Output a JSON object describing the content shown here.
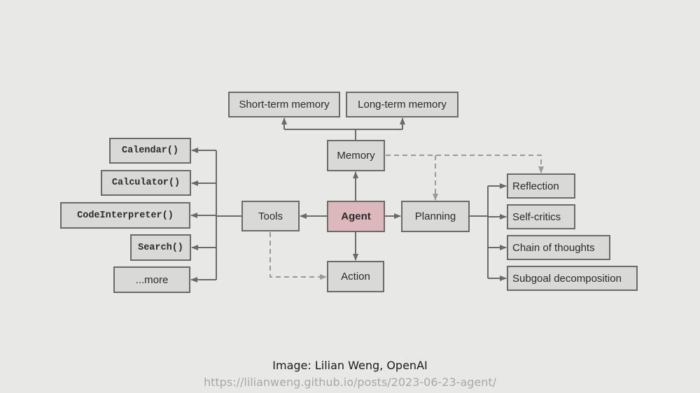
{
  "diagram": {
    "nodes": {
      "short_term_memory": "Short-term memory",
      "long_term_memory": "Long-term memory",
      "memory": "Memory",
      "agent": "Agent",
      "tools": "Tools",
      "planning": "Planning",
      "action": "Action",
      "calendar": "Calendar()",
      "calculator": "Calculator()",
      "code_interpreter": "CodeInterpreter()",
      "search": "Search()",
      "more": "...more",
      "reflection": "Reflection",
      "self_critics": "Self-critics",
      "chain_of_thoughts": "Chain of thoughts",
      "subgoal_decomposition": "Subgoal decomposition"
    },
    "edges": [
      {
        "from": "agent",
        "to": "memory",
        "style": "solid"
      },
      {
        "from": "memory",
        "to": "short_term_memory",
        "style": "solid"
      },
      {
        "from": "memory",
        "to": "long_term_memory",
        "style": "solid"
      },
      {
        "from": "agent",
        "to": "tools",
        "style": "solid"
      },
      {
        "from": "agent",
        "to": "planning",
        "style": "solid"
      },
      {
        "from": "agent",
        "to": "action",
        "style": "solid"
      },
      {
        "from": "tools",
        "to": "calendar",
        "style": "solid"
      },
      {
        "from": "tools",
        "to": "calculator",
        "style": "solid"
      },
      {
        "from": "tools",
        "to": "code_interpreter",
        "style": "solid"
      },
      {
        "from": "tools",
        "to": "search",
        "style": "solid"
      },
      {
        "from": "tools",
        "to": "more",
        "style": "solid"
      },
      {
        "from": "planning",
        "to": "reflection",
        "style": "solid"
      },
      {
        "from": "planning",
        "to": "self_critics",
        "style": "solid"
      },
      {
        "from": "planning",
        "to": "chain_of_thoughts",
        "style": "solid"
      },
      {
        "from": "planning",
        "to": "subgoal_decomposition",
        "style": "solid"
      },
      {
        "from": "memory",
        "to": "planning",
        "style": "dashed"
      },
      {
        "from": "memory",
        "to": "reflection",
        "style": "dashed"
      },
      {
        "from": "tools",
        "to": "action",
        "style": "dashed"
      }
    ],
    "colors": {
      "background": "#e8e9e6",
      "node_fill": "#d9dad8",
      "agent_fill": "#dcb8bc",
      "line": "#6a6a6a",
      "dashed_line": "#9a9a9a"
    }
  },
  "caption": {
    "credit": "Image: Lilian Weng, OpenAI",
    "url": "https://lilianweng.github.io/posts/2023-06-23-agent/"
  }
}
